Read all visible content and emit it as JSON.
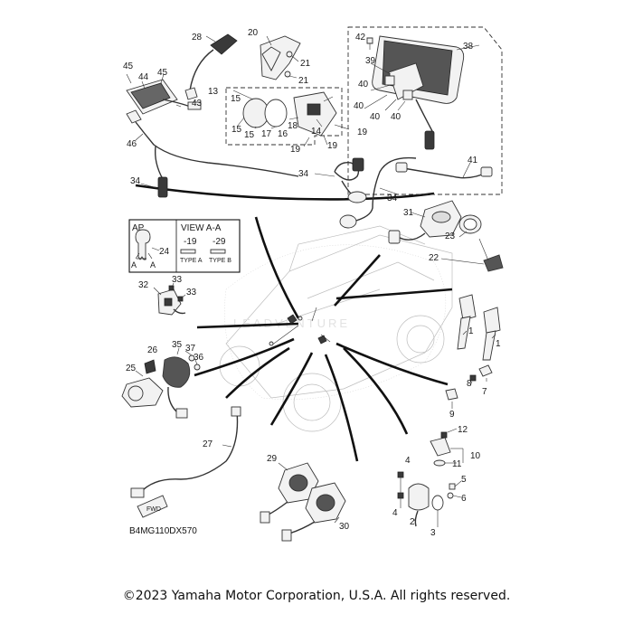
{
  "diagram": {
    "code": "B4MG110DX570",
    "copyright": "©2023 Yamaha Motor Corporation, U.S.A. All rights reserved.",
    "watermark": "LEADVENTURE",
    "inset": {
      "ap_label": "AP",
      "view_label": "VIEW A-A",
      "key_callout": "24",
      "section_a_left": "A",
      "section_a_right": "A",
      "variant_19": "-19",
      "variant_29": "-29",
      "type_a": "TYPE A",
      "type_b": "TYPE B"
    },
    "callouts": {
      "c1a": "1",
      "c1b": "1",
      "c2": "2",
      "c3": "3",
      "c4a": "4",
      "c4b": "4",
      "c5": "5",
      "c6": "6",
      "c7": "7",
      "c8": "8",
      "c9": "9",
      "c10": "10",
      "c11": "11",
      "c12": "12",
      "c13": "13",
      "c14": "14",
      "c15a": "15",
      "c15b": "15",
      "c15c": "15",
      "c16": "16",
      "c17": "17",
      "c18": "18",
      "c19a": "19",
      "c19b": "19",
      "c19c": "19",
      "c20": "20",
      "c21a": "21",
      "c21b": "21",
      "c22": "22",
      "c23": "23",
      "c25": "25",
      "c26": "26",
      "c27": "27",
      "c28": "28",
      "c29": "29",
      "c30": "30",
      "c31": "31",
      "c32": "32",
      "c33a": "33",
      "c33b": "33",
      "c34a": "34",
      "c34b": "34",
      "c34c": "34",
      "c35": "35",
      "c36": "36",
      "c37": "37",
      "c38": "38",
      "c39": "39",
      "c40a": "40",
      "c40b": "40",
      "c40c": "40",
      "c40d": "40",
      "c41": "41",
      "c42": "42",
      "c43": "43",
      "c44": "44",
      "c45a": "45",
      "c45b": "45",
      "c46": "46"
    }
  }
}
